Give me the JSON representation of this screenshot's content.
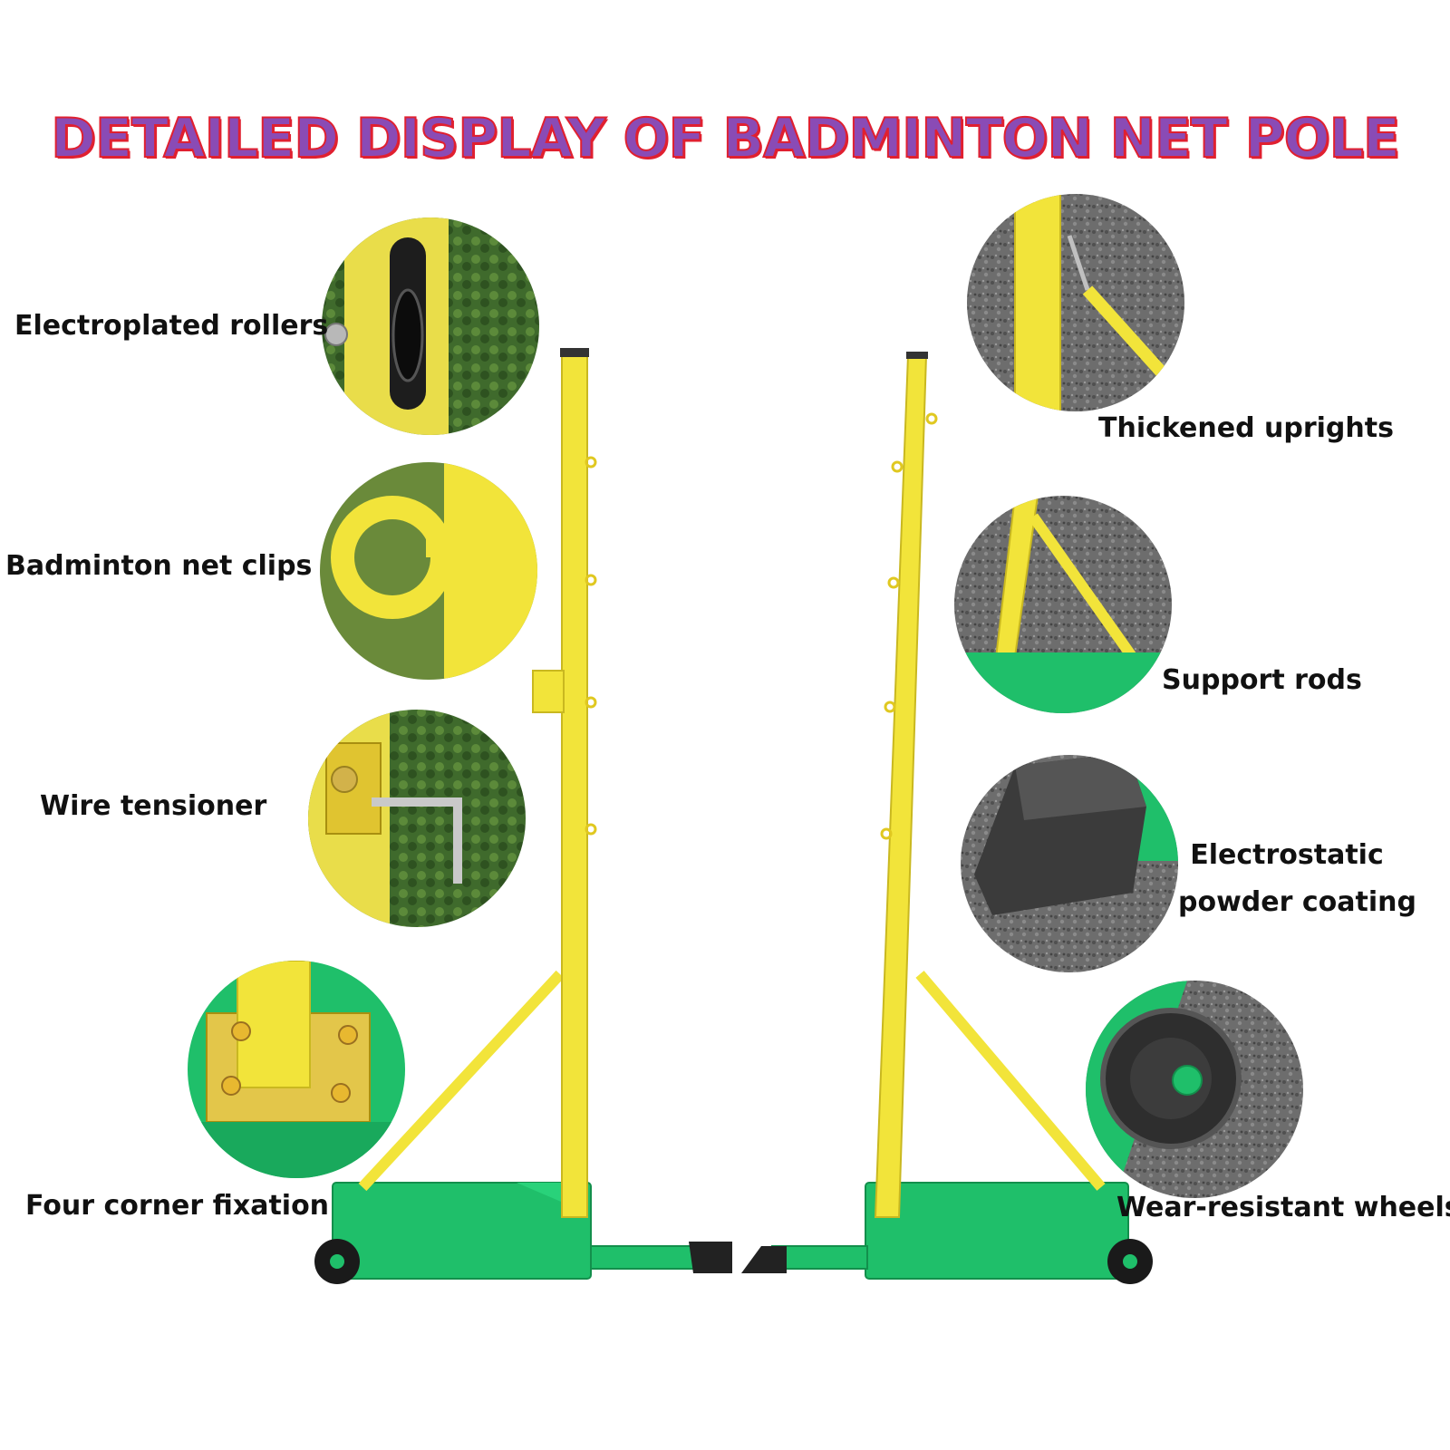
{
  "title": "DETAILED DISPLAY OF BADMINTON NET POLE",
  "labels": {
    "electroplated_rollers": "Electroplated rollers",
    "net_clips": "Badminton net clips",
    "wire_tensioner": "Wire tensioner",
    "four_corner": "Four corner fixation",
    "thickened_uprights": "Thickened uprights",
    "support_rods": "Support rods",
    "coating_line1": "Electrostatic",
    "coating_line2": "powder coating",
    "wheels": "Wear-resistant wheels"
  },
  "colors": {
    "pole_yellow": "#f2e43a",
    "base_green": "#1fbf6a",
    "title_fill": "#8a4bb5",
    "title_outline": "#e02030"
  }
}
